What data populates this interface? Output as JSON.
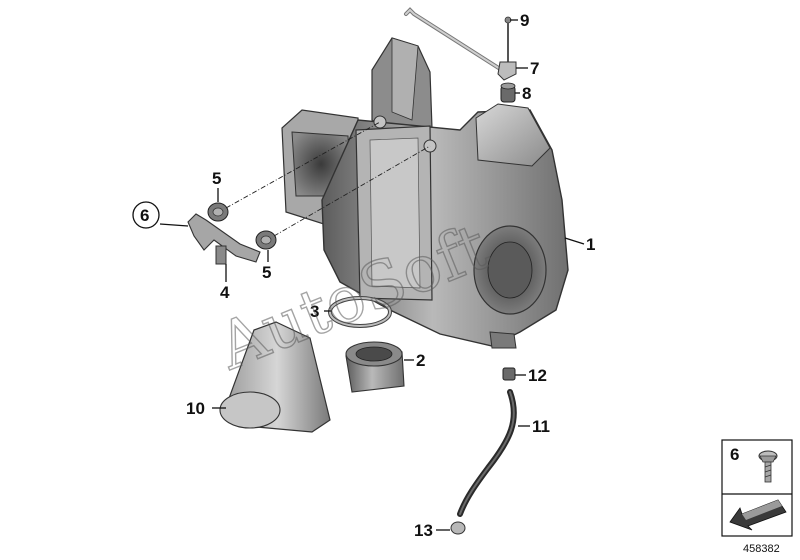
{
  "callouts": {
    "c1": "1",
    "c2": "2",
    "c3": "3",
    "c4": "4",
    "c5a": "5",
    "c5b": "5",
    "c6": "6",
    "c7": "7",
    "c8": "8",
    "c9": "9",
    "c10": "10",
    "c11": "11",
    "c12": "12",
    "c13": "13"
  },
  "watermark": "AutoSoft",
  "legend_box": {
    "item_number": "6"
  },
  "reference_number": "458382"
}
